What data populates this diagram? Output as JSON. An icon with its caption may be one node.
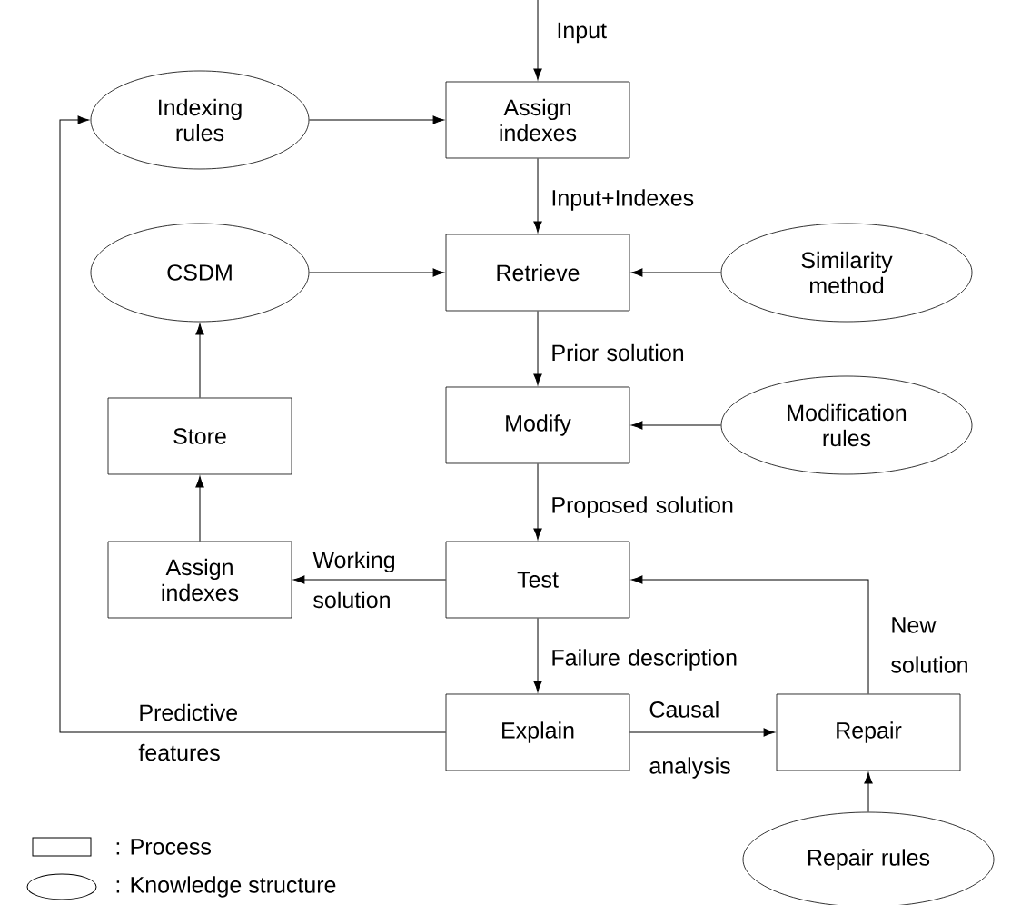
{
  "diagram": {
    "nodes": [
      {
        "text": [
          "Indexing rules"
        ]
      },
      {
        "text": [
          "Assign indexes"
        ]
      },
      {
        "text": [
          "CSDM"
        ]
      },
      {
        "text": [
          "Retrieve"
        ]
      },
      {
        "text": [
          "Similarity method"
        ]
      },
      {
        "text": [
          "Store"
        ]
      },
      {
        "text": [
          "Modify"
        ]
      },
      {
        "text": [
          "Modification rules"
        ]
      },
      {
        "text": [
          "Assign indexes"
        ]
      },
      {
        "text": [
          "Test"
        ]
      },
      {
        "text": [
          "Explain"
        ]
      },
      {
        "text": [
          "Repair"
        ]
      },
      {
        "text": [
          "Repair rules"
        ]
      }
    ],
    "edges": [
      {
        "from": null,
        "to": 1,
        "arrow": "to",
        "label": "Input"
      },
      {
        "from": 0,
        "to": 1,
        "arrow": "to"
      },
      {
        "from": 1,
        "to": 3,
        "arrow": "to",
        "label": "Input+Indexes"
      },
      {
        "from": 2,
        "to": 3,
        "arrow": "to"
      },
      {
        "from": 4,
        "to": 3,
        "arrow": "to"
      },
      {
        "from": 3,
        "to": 6,
        "arrow": "to",
        "label": "Prior solution"
      },
      {
        "from": 7,
        "to": 6,
        "arrow": "to"
      },
      {
        "from": 6,
        "to": 9,
        "arrow": "to",
        "label": "Proposed solution"
      },
      {
        "from": 9,
        "to": 8,
        "arrow": "to",
        "label": "Working solution"
      },
      {
        "from": 8,
        "to": 5,
        "arrow": "to"
      },
      {
        "from": 5,
        "to": 2,
        "arrow": "to"
      },
      {
        "from": 9,
        "to": 10,
        "arrow": "to",
        "label": "Failure description"
      },
      {
        "from": 10,
        "to": 11,
        "arrow": "to",
        "label": "Causal analysis"
      },
      {
        "from": 11,
        "to": 9,
        "arrow": "to",
        "label": "New solution"
      },
      {
        "from": 12,
        "to": 11,
        "arrow": "to"
      },
      {
        "from": 10,
        "to": 0,
        "arrow": "to",
        "label": "Predictive features"
      }
    ],
    "legend": [
      {
        "text": ": Process"
      },
      {
        "text": ": Knowledge structure"
      }
    ]
  }
}
